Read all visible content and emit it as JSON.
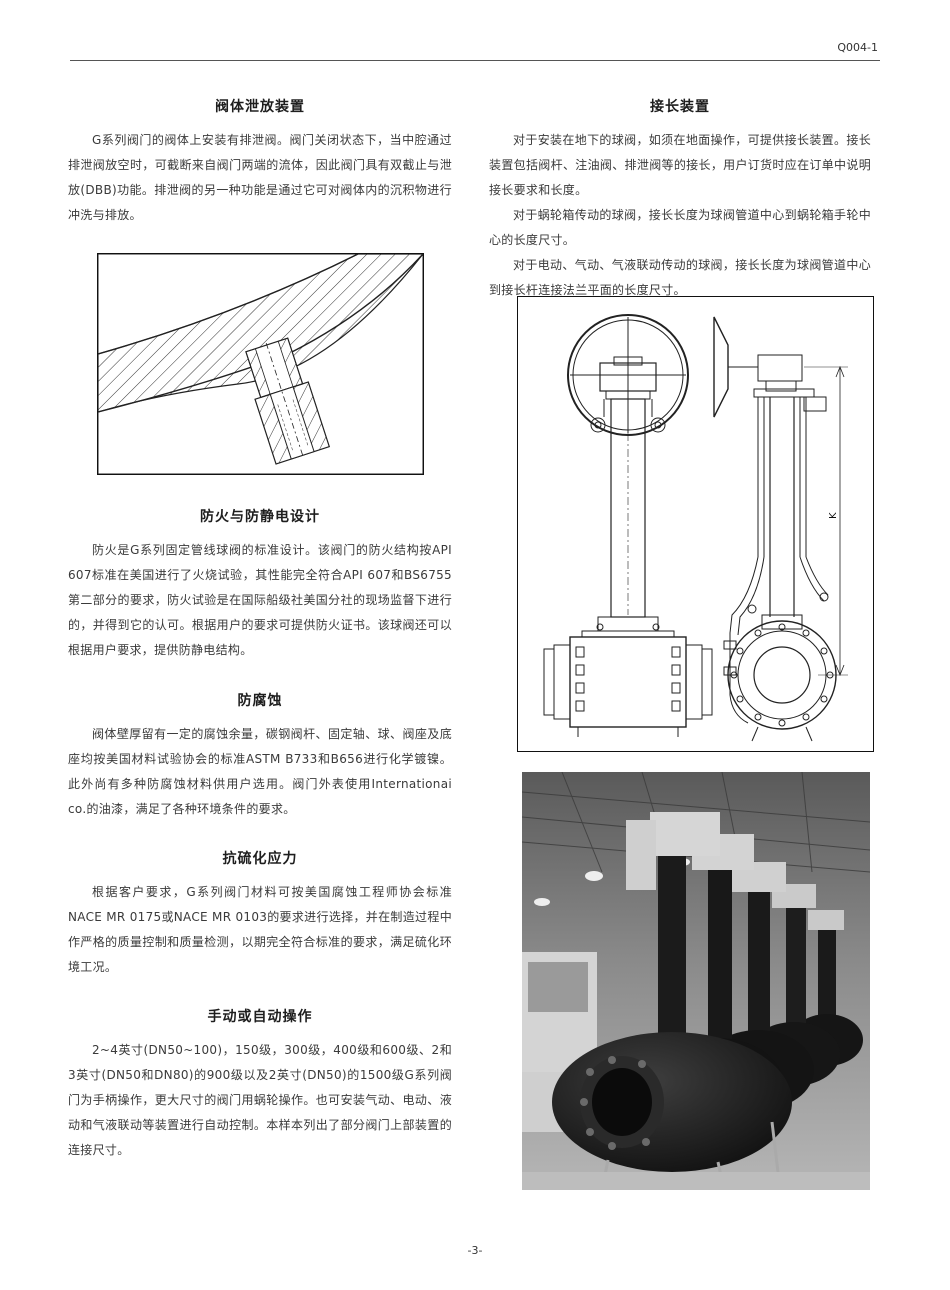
{
  "header": {
    "doc_code": "Q004-1"
  },
  "left": {
    "drain": {
      "title": "阀体泄放装置",
      "paragraphs": [
        "G系列阀门的阀体上安装有排泄阀。阀门关闭状态下，当中腔通过排泄阀放空时，可截断来自阀门两端的流体，因此阀门具有双截止与泄放(DBB)功能。排泄阀的另一种功能是通过它可对阀体内的沉积物进行冲洗与排放。"
      ]
    },
    "fire": {
      "title": "防火与防静电设计",
      "paragraphs": [
        "防火是G系列固定管线球阀的标准设计。该阀门的防火结构按API 607标准在美国进行了火烧试验，其性能完全符合API 607和BS6755第二部分的要求，防火试验是在国际船级社美国分社的现场监督下进行的，并得到它的认可。根据用户的要求可提供防火证书。该球阀还可以根据用户要求，提供防静电结构。"
      ]
    },
    "corrosion": {
      "title": "防腐蚀",
      "paragraphs": [
        "阀体壁厚留有一定的腐蚀余量，碳钢阀杆、固定轴、球、阀座及底座均按美国材料试验协会的标准ASTM B733和B656进行化学镀镍。此外尚有多种防腐蚀材料供用户选用。阀门外表使用Internationai co.的油漆，满足了各种环境条件的要求。"
      ]
    },
    "sulfide": {
      "title": "抗硫化应力",
      "paragraphs": [
        "根据客户要求，G系列阀门材料可按美国腐蚀工程师协会标准NACE MR 0175或NACE MR 0103的要求进行选择，并在制造过程中作严格的质量控制和质量检测，以期完全符合标准的要求，满足硫化环境工况。"
      ]
    },
    "operation": {
      "title": "手动或自动操作",
      "paragraphs": [
        "2~4英寸(DN50~100)，150级，300级，400级和600级、2和3英寸(DN50和DN80)的900级以及2英寸(DN50)的1500级G系列阀门为手柄操作，更大尺寸的阀门用蜗轮操作。也可安装气动、电动、液动和气液联动等装置进行自动控制。本样本列出了部分阀门上部装置的连接尺寸。"
      ]
    }
  },
  "right": {
    "extension": {
      "title": "接长装置",
      "paragraphs": [
        "对于安装在地下的球阀，如须在地面操作，可提供接长装置。接长装置包括阀杆、注油阀、排泄阀等的接长，用户订货时应在订单中说明接长要求和长度。",
        "对于蜗轮箱传动的球阀，接长长度为球阀管道中心到蜗轮箱手轮中心的长度尺寸。",
        "对于电动、气动、气液联动传动的球阀，接长长度为球阀管道中心到接长杆连接法兰平面的长度尺寸。"
      ]
    },
    "diagram": {
      "dimension_label": "K"
    }
  },
  "footer": {
    "page_number": "-3-"
  }
}
